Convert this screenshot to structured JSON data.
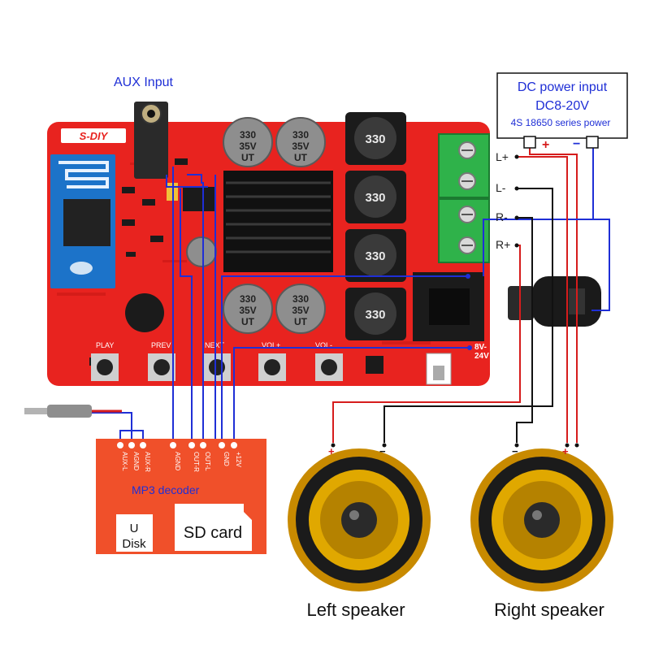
{
  "labels": {
    "aux_input": "AUX Input",
    "power_title": "DC power input",
    "power_range": "DC8-20V",
    "power_battery": "4S 18650 series power",
    "power_plus": "+",
    "power_minus": "−",
    "terminal_lp": "L+",
    "terminal_lm": "L-",
    "terminal_rm": "R-",
    "terminal_rp": "R+",
    "board_logo": "S-DIY",
    "board_play": "PLAY",
    "board_prev": "PREV",
    "board_next": "NEXT",
    "board_vol_up": "VOL+",
    "board_vol_down": "VOL-",
    "board_8v24v": "8V-\n24V",
    "cap_330": "330",
    "cap_35v": "35V",
    "cap_ut": "UT",
    "inductor_330": "330",
    "mp3_title": "MP3 decoder",
    "u_disk_line1": "U",
    "u_disk_line2": "Disk",
    "sd_card": "SD card",
    "left_speaker": "Left speaker",
    "right_speaker": "Right speaker",
    "speaker_plus": "+",
    "speaker_minus": "−",
    "pins": [
      "AUX-L",
      "AGND",
      "AUX-R",
      "AGND",
      "OUT-R",
      "OUT-L",
      "GND",
      "+12V"
    ]
  },
  "colors": {
    "board_red": "#e8231f",
    "wire_blue": "#1f2fd6",
    "wire_red": "#d61c1c",
    "wire_black": "#111111",
    "heatsink": "#111111",
    "terminal_green": "#2fb24a",
    "speaker_gold": "#e0a800",
    "mp3_orange": "#f0502a",
    "label_blue": "#1f2fd6"
  }
}
